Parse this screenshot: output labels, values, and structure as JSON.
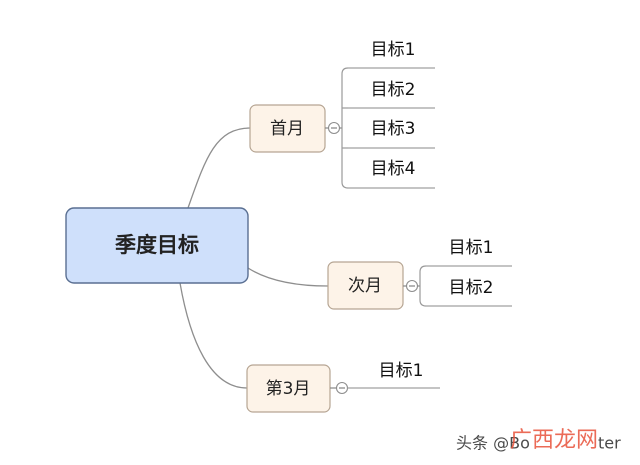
{
  "root": {
    "label": "季度目标"
  },
  "branches": [
    {
      "label": "首月",
      "leaves": [
        "目标1",
        "目标2",
        "目标3",
        "目标4"
      ]
    },
    {
      "label": "次月",
      "leaves": [
        "目标1",
        "目标2"
      ]
    },
    {
      "label": "第3月",
      "leaves": [
        "目标1"
      ]
    }
  ],
  "watermark": {
    "prefix": "头条 @Bo",
    "suffix": "ter",
    "logo": "广西龙网"
  },
  "colors": {
    "root_fill": "#cfe0fb",
    "root_stroke": "#5a6f92",
    "branch_fill": "#fdf3e8",
    "branch_stroke": "#b6a593",
    "connector": "#8e8e8e",
    "watermark_logo": "#e8523a"
  }
}
